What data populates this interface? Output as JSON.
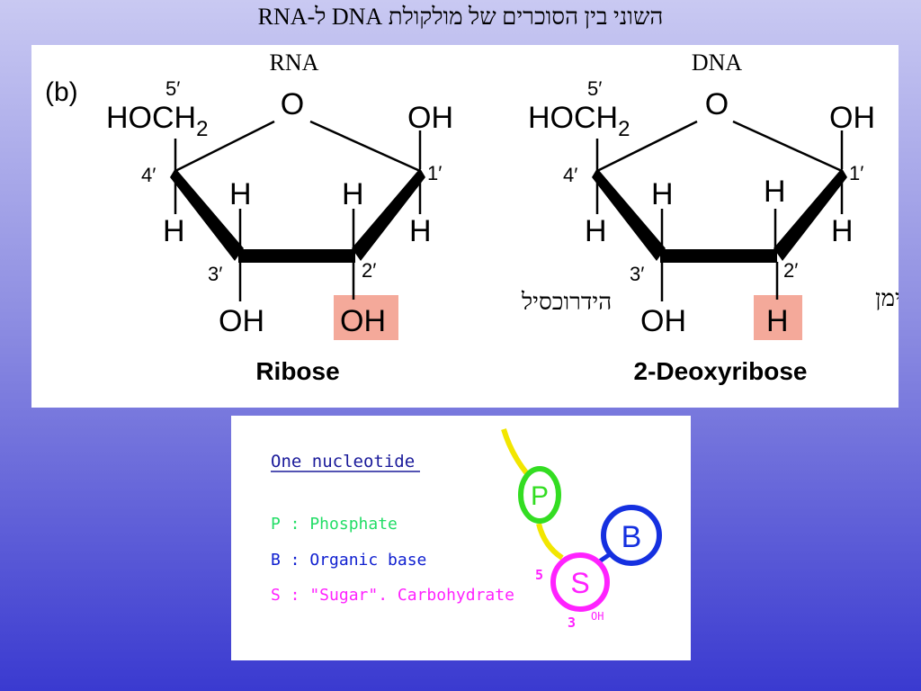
{
  "slide": {
    "title": "השוני בין הסוכרים של מולקולת DNA ל-RNA"
  },
  "figure": {
    "panel_label": "(b)",
    "rna": {
      "header": "RNA",
      "name": "Ribose",
      "top_left_group": "HOCH",
      "subscript": "2",
      "ring_oxygen": "O",
      "c1_group": "OH",
      "c4_h": "H",
      "c3_h": "H",
      "c2_h": "H",
      "c1_h": "H",
      "c3_group": "OH",
      "c2_group": "OH",
      "pos_5": "5′",
      "pos_4": "4′",
      "pos_3": "3′",
      "pos_2": "2′",
      "pos_1": "1′",
      "annotation": "הידרוכסיל",
      "highlight_color": "#f4a99a"
    },
    "dna": {
      "header": "DNA",
      "name": "2-Deoxyribose",
      "top_left_group": "HOCH",
      "subscript": "2",
      "ring_oxygen": "O",
      "c1_group": "OH",
      "c4_h": "H",
      "c3_h": "H",
      "c2_h": "H",
      "c1_h": "H",
      "c3_group": "OH",
      "c2_group": "H",
      "pos_5": "5′",
      "pos_4": "4′",
      "pos_3": "3′",
      "pos_2": "2′",
      "pos_1": "1′",
      "annotation": "מימן",
      "highlight_color": "#f4a99a"
    }
  },
  "nucleotide": {
    "heading": "One nucleotide",
    "legend": [
      {
        "text": "P : Phosphate",
        "color": "#22dd66"
      },
      {
        "text": "B : Organic base",
        "color": "#1020d0"
      },
      {
        "text": "S : \"Sugar\". Carbohydrate",
        "color": "#ff22ff"
      }
    ],
    "phosphate_letter": "P",
    "base_letter": "B",
    "sugar_letter": "S",
    "pos_5": "5",
    "pos_3": "3",
    "oh_label": "OH",
    "colors": {
      "phosphate": "#33dd22",
      "base": "#1530e0",
      "sugar": "#ff22ff",
      "backbone": "#f2e600",
      "heading": "#1a1a9a"
    }
  }
}
